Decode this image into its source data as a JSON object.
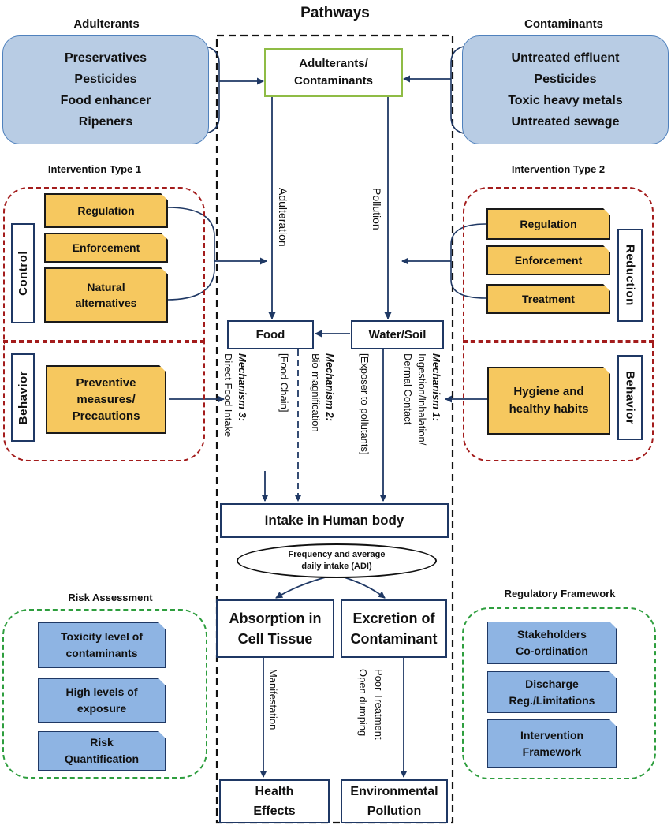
{
  "headings": {
    "pathways": "Pathways",
    "adulterants": "Adulterants",
    "contaminants": "Contaminants",
    "intervention1": "Intervention Type 1",
    "intervention2": "Intervention Type 2",
    "risk": "Risk Assessment",
    "regulatory": "Regulatory Framework"
  },
  "adulterants_items": [
    "Preservatives",
    "Pesticides",
    "Food enhancer",
    "Ripeners"
  ],
  "contaminants_items": [
    "Untreated effluent",
    "Pesticides",
    "Toxic heavy metals",
    "Untreated sewage"
  ],
  "center": {
    "source": [
      "Adulterants/",
      "Contaminants"
    ],
    "adulteration": "Adulteration",
    "pollution": "Pollution",
    "food": "Food",
    "water_soil": "Water/Soil",
    "mech3_title": "Mechanism 3:",
    "mech3_text": "Direct Food Intake",
    "mech2_title": "Mechanism 2:",
    "mech2_text1": "Bio-magnification",
    "mech2_text2": "[Food Chain]",
    "mech1_title": "Mechanism 1:",
    "mech1_text1": "Ingestion/Inhalation/",
    "mech1_text2": "Dermal Contact",
    "mech1_text3": "[Exposer to pollutants]",
    "intake": "Intake in Human body",
    "adi": [
      "Frequency and average",
      "daily intake (ADI)"
    ],
    "absorption": [
      "Absorption in",
      "Cell Tissue"
    ],
    "excretion": [
      "Excretion of",
      "Contaminant"
    ],
    "manifestation": "Manifestation",
    "poor_treatment": "Poor Treatment",
    "open_dumping": "Open dumping",
    "health": [
      "Health",
      "Effects"
    ],
    "environmental": [
      "Environmental",
      "Pollution"
    ]
  },
  "intervention1": {
    "control": "Control",
    "behavior": "Behavior",
    "regulation": "Regulation",
    "enforcement": "Enforcement",
    "natural": [
      "Natural",
      "alternatives"
    ],
    "preventive": [
      "Preventive",
      "measures/",
      "Precautions"
    ]
  },
  "intervention2": {
    "reduction": "Reduction",
    "behavior": "Behavior",
    "regulation": "Regulation",
    "enforcement": "Enforcement",
    "treatment": "Treatment",
    "hygiene": [
      "Hygiene and",
      "healthy habits"
    ]
  },
  "risk_items": [
    [
      "Toxicity level of",
      "contaminants"
    ],
    [
      "High levels of",
      "exposure"
    ],
    [
      "Risk",
      "Quantification"
    ]
  ],
  "regulatory_items": [
    [
      "Stakeholders",
      "Co-ordination"
    ],
    [
      "Discharge",
      "Reg./Limitations"
    ],
    [
      "Intervention",
      "Framework"
    ]
  ],
  "colors": {
    "blue_panel": "#b8cce4",
    "gold_box": "#f6c85f",
    "blue_box": "#8eb4e3",
    "arrow": "#1f3864",
    "red_dash": "#a31c1c",
    "green_dash": "#2e9e3e",
    "source_border": "#8fbc45"
  }
}
